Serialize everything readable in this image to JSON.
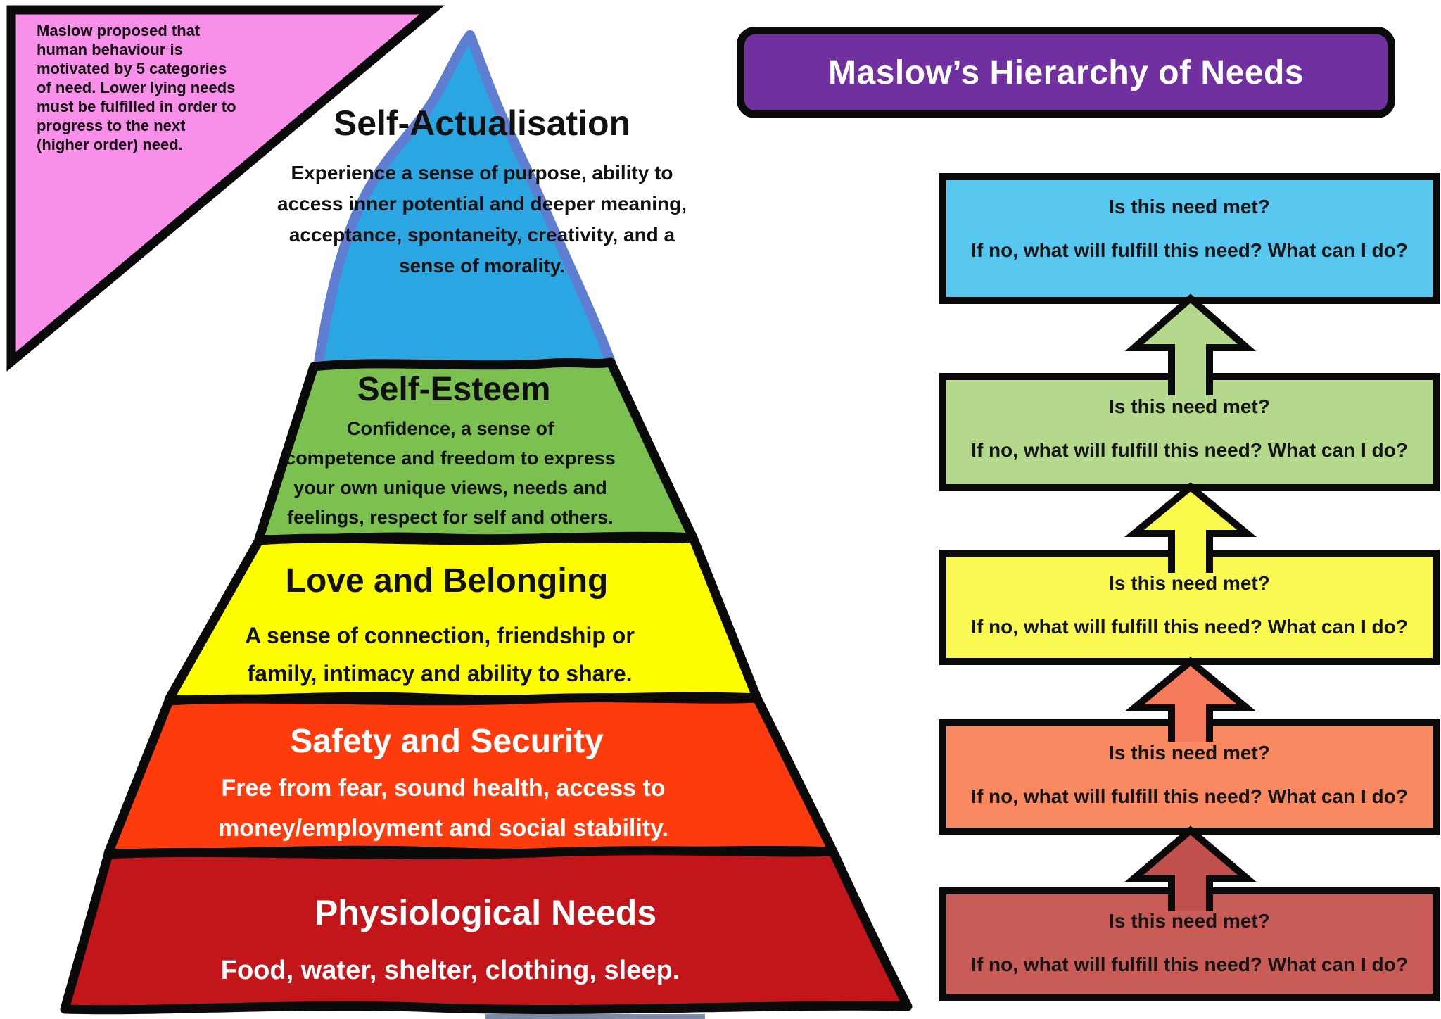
{
  "title_banner": {
    "text": "Maslow’s Hierarchy of Needs",
    "bg_color": "#7030a0",
    "text_color": "#ffffff"
  },
  "note_triangle": {
    "text": "Maslow proposed that\nhuman behaviour is\nmotivated by 5 categories\nof need. Lower lying needs\nmust be fulfilled in order to\nprogress to the next\n(higher order) need.",
    "fill_color": "#f88fe8"
  },
  "pyramid": {
    "levels": [
      {
        "id": "self-actualisation",
        "title": "Self-Actualisation",
        "description": "Experience a sense of purpose, ability to\naccess inner potential and deeper meaning,\nacceptance, spontaneity, creativity, and a\nsense of morality.",
        "fill": "#2aa7e2",
        "outline": "#5f7ed1",
        "text_color": "#111111"
      },
      {
        "id": "self-esteem",
        "title": "Self-Esteem",
        "description": "Confidence, a sense of\ncompetence and freedom to express\nyour own unique views, needs and\nfeelings, respect for self and others.",
        "fill": "#7cc150",
        "outline": "#0a0a0a",
        "text_color": "#111111"
      },
      {
        "id": "love-and-belonging",
        "title": "Love and Belonging",
        "description": "A sense of connection, friendship or\nfamily, intimacy and ability to share.",
        "fill": "#fdfd00",
        "outline": "#0a0a0a",
        "text_color": "#111111"
      },
      {
        "id": "safety-and-security",
        "title": "Safety and Security",
        "description": "Free from fear, sound health, access to\nmoney/employment and social stability.",
        "fill": "#fe3b0c",
        "outline": "#0a0a0a",
        "text_color": "#ffffff"
      },
      {
        "id": "physiological-needs",
        "title": "Physiological Needs",
        "description": "Food, water, shelter, clothing, sleep.",
        "fill": "#c3161b",
        "outline": "#0a0a0a",
        "text_color": "#ffffff"
      }
    ]
  },
  "needs_check": {
    "question_line1": "Is this need met?",
    "question_line2": "If no, what will fulfill this need? What can I do?",
    "boxes": [
      {
        "level": "self-actualisation",
        "color": "#57c7f0"
      },
      {
        "level": "self-esteem",
        "color": "#b4d88c"
      },
      {
        "level": "love-and-belonging",
        "color": "#f9f952"
      },
      {
        "level": "safety-and-security",
        "color": "#f98960"
      },
      {
        "level": "physiological-needs",
        "color": "#ca5c57"
      }
    ],
    "arrows": [
      {
        "from": "self-esteem",
        "to": "self-actualisation",
        "color": "#b4d88c"
      },
      {
        "from": "love-and-belonging",
        "to": "self-esteem",
        "color": "#f9f94c"
      },
      {
        "from": "safety-and-security",
        "to": "love-and-belonging",
        "color": "#f57a5c"
      },
      {
        "from": "physiological-needs",
        "to": "safety-and-security",
        "color": "#c14f4b"
      }
    ]
  },
  "decor": {
    "bottom_edge_color": "#7b8aa6"
  }
}
